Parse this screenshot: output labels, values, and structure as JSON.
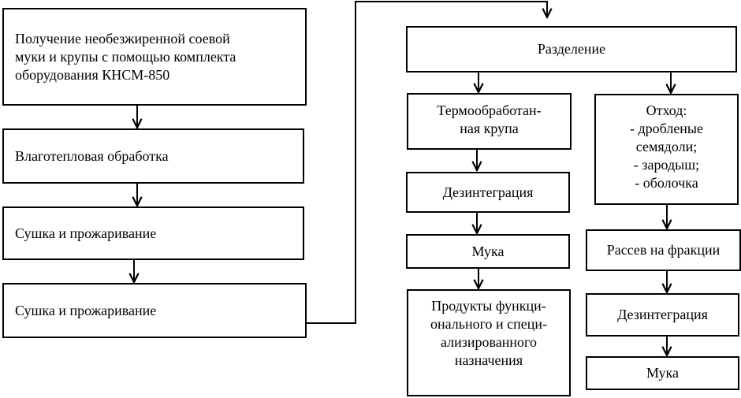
{
  "left_column": {
    "box1": "Получение необезжиренной соевой\nмуки и крупы с помощью комплекта\nоборудования КНСМ-850",
    "box2": "Влаготепловая обработка",
    "box3": "Сушка и прожаривание",
    "box4": "Сушка и прожаривание"
  },
  "separation": "Разделение",
  "middle_column": {
    "box1": "Термообработан-\nная крупа",
    "box2": "Дезинтеграция",
    "box3": "Мука",
    "box4": "Продукты функци-\nонального и специ-\nализированного\nназначения"
  },
  "right_column": {
    "waste": "Отход:\n- дробленые\nсемядоли;\n- зародыш;\n- оболочка",
    "box2": "Рассев на фракции",
    "box3": "Дезинтеграция",
    "box4": "Мука"
  }
}
